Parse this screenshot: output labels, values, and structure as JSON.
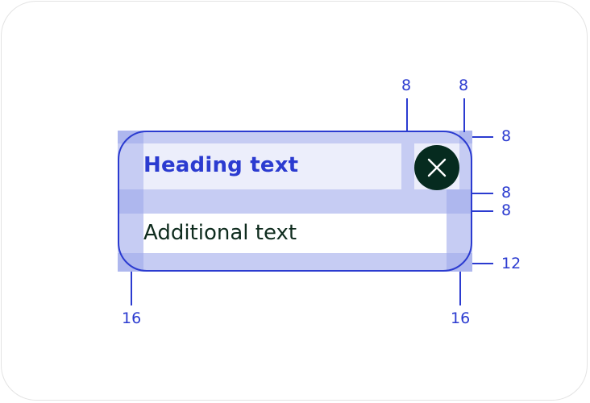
{
  "card": {
    "heading": "Heading text",
    "additional": "Additional text",
    "close_icon": "close-icon"
  },
  "annotations": {
    "top_close_left": "8",
    "top_close_right": "8",
    "right_top": "8",
    "right_under_heading": "8",
    "right_above_additional": "8",
    "right_bottom": "12",
    "bottom_left": "16",
    "bottom_right": "16"
  },
  "colors": {
    "accent": "#2b3bd0",
    "close_button_bg": "#062b1f",
    "body_text": "#0f2c1e"
  }
}
